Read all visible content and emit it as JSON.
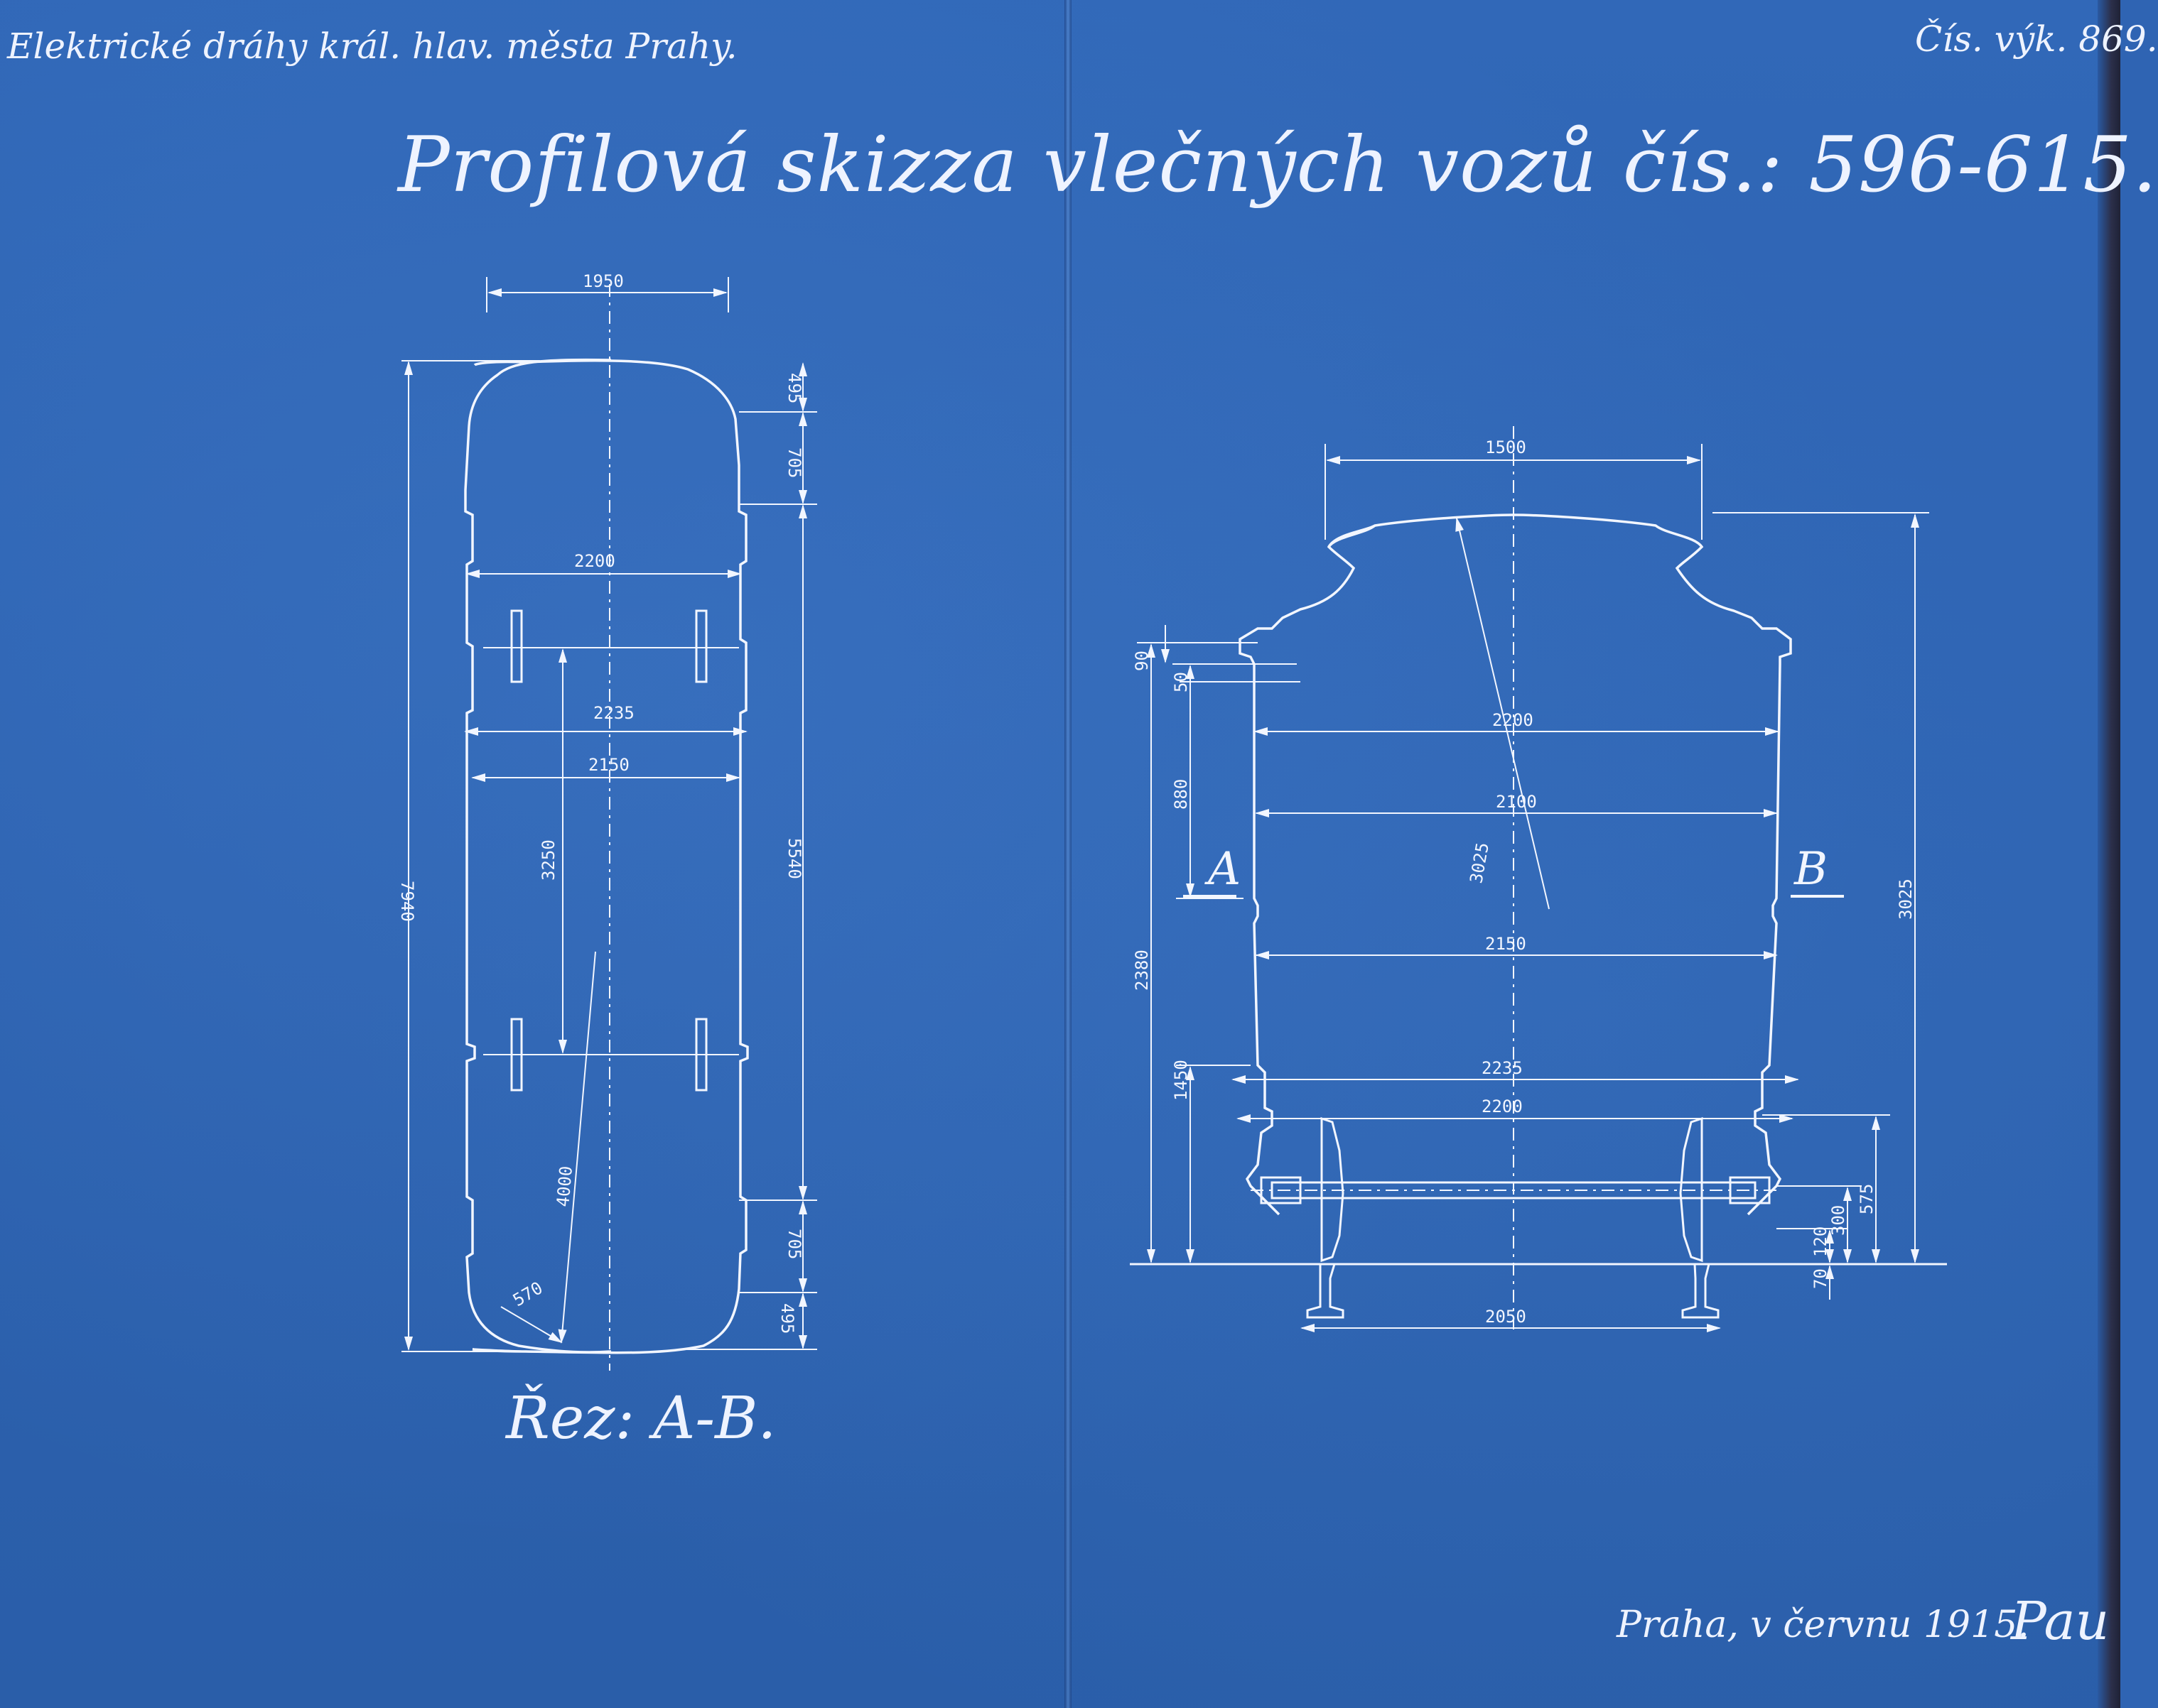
{
  "header": {
    "authority": "Elektrické dráhy král. hlav. města Prahy.",
    "drawing_number": "Čís. výk. 869."
  },
  "title": "Profilová skizza vlečných vozů čís.: 596-615.",
  "plan_view": {
    "caption": "Řez: A-B.",
    "dimensions": {
      "top_width": "1950",
      "width_2200": "2200",
      "width_2235": "2235",
      "width_2150": "2150",
      "total_length": "7940",
      "body_length": "5540",
      "bogie_spacing": "3250",
      "radius_4000": "4000",
      "corner_570": "570",
      "end_495_top": "495",
      "end_705_top": "705",
      "end_705_bottom": "705",
      "end_495_bottom": "495"
    }
  },
  "cross_section": {
    "marker_a": "A",
    "marker_b": "B",
    "dimensions": {
      "roof_width": "1500",
      "width_2200_upper": "2200",
      "width_2100": "2100",
      "width_2150": "2150",
      "width_2235": "2235",
      "width_2200_lower": "2200",
      "gauge": "2050",
      "height_3025_right": "3025",
      "radius_3025": "3025",
      "dim_90": "90",
      "dim_50": "50",
      "dim_880": "880",
      "dim_2380": "2380",
      "dim_1450": "1450",
      "dim_575": "575",
      "dim_300": "300",
      "dim_120": "120",
      "dim_70": "70"
    }
  },
  "footer": {
    "place_date": "Praha, v červnu 1915.",
    "signature": "Pau"
  },
  "colors": {
    "paper": "#2f64b3",
    "line": "#f2f6ff"
  }
}
